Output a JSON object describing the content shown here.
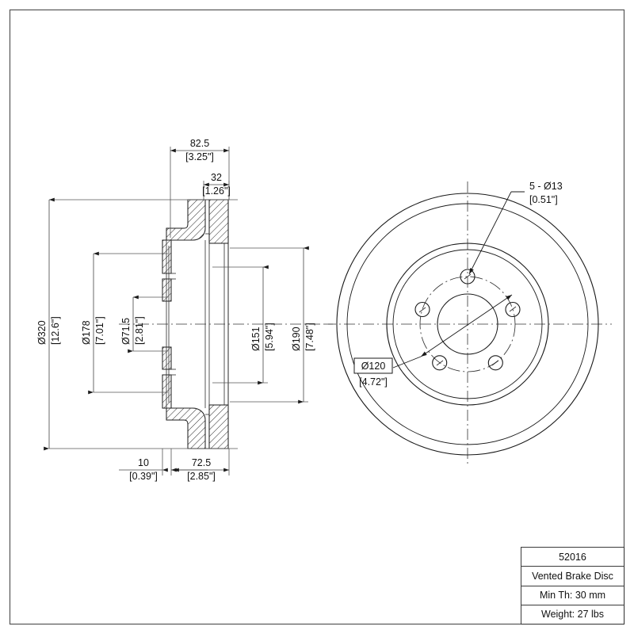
{
  "drawing": {
    "part_number": "52016",
    "description": "Vented Brake Disc",
    "min_thickness": "Min Th: 30 mm",
    "weight": "Weight: 27 lbs",
    "line_color": "#1a1a1a",
    "background_color": "#ffffff"
  },
  "section_view": {
    "name": "cross-section-view",
    "dimensions": {
      "outer_diameter": {
        "value": "Ø320",
        "inch": "[12.6\"]"
      },
      "hat_outer_diameter": {
        "value": "Ø178",
        "inch": "[7.01\"]"
      },
      "center_bore": {
        "value": "Ø71.5",
        "inch": "[2.81\"]"
      },
      "vent_band_diameter": {
        "value": "Ø151",
        "inch": "[5.94\"]"
      },
      "plate_inner_diameter": {
        "value": "Ø190",
        "inch": "[7.48\"]"
      },
      "overall_height": {
        "value": "82.5",
        "inch": "[3.25\"]"
      },
      "disc_thickness": {
        "value": "32",
        "inch": "[1.26\"]"
      },
      "hat_thickness": {
        "value": "10",
        "inch": "[0.39\"]"
      },
      "hat_depth": {
        "value": "72.5",
        "inch": "[2.85\"]"
      }
    }
  },
  "face_view": {
    "name": "face-view",
    "callouts": {
      "bolt_holes": {
        "value": "5 - Ø13",
        "inch": "[0.51\"]"
      },
      "bolt_circle": {
        "value": "Ø120",
        "inch": "[4.72\"]"
      }
    }
  }
}
